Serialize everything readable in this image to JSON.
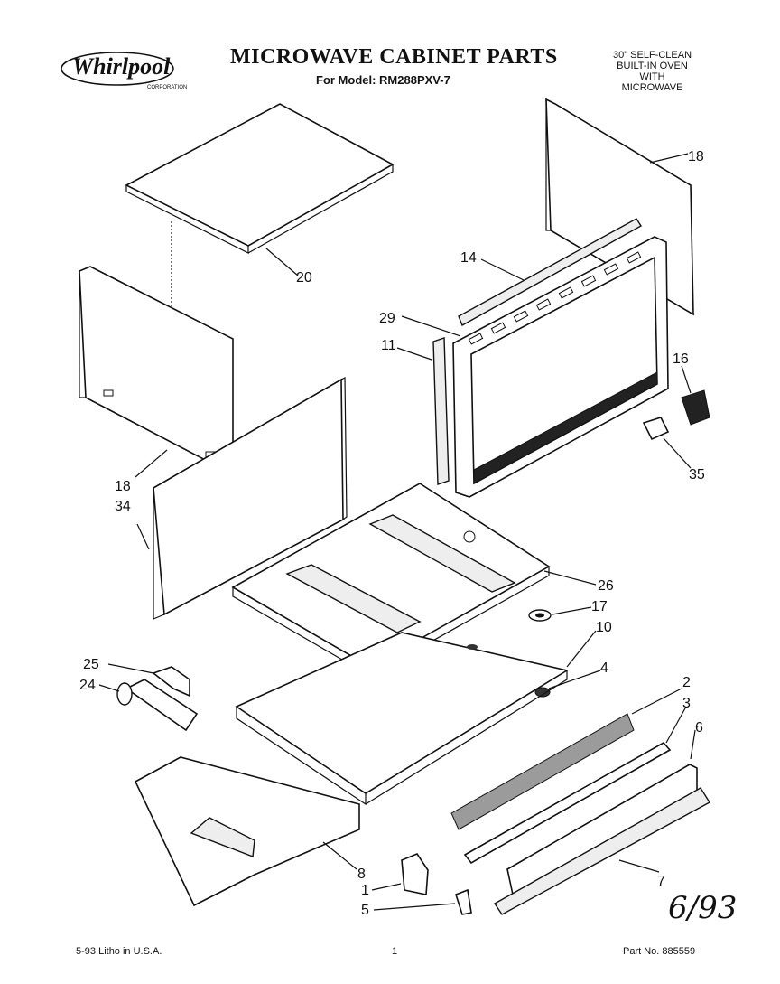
{
  "header": {
    "brand_logo_text": "Whirlpool",
    "brand_sub": "CORPORATION",
    "title": "MICROWAVE CABINET PARTS",
    "model_line": "For Model: RM288PXV-7",
    "product_desc": [
      "30\" SELF-CLEAN",
      "BUILT-IN OVEN",
      "WITH",
      "MICROWAVE"
    ]
  },
  "callouts": {
    "c1": "1",
    "c2": "2",
    "c3": "3",
    "c4": "4",
    "c5": "5",
    "c6": "6",
    "c7": "7",
    "c8": "8",
    "c10": "10",
    "c11": "11",
    "c14": "14",
    "c16": "16",
    "c17": "17",
    "c18a": "18",
    "c18b": "18",
    "c20": "20",
    "c24": "24",
    "c25": "25",
    "c26": "26",
    "c29": "29",
    "c34": "34",
    "c35": "35"
  },
  "footer": {
    "print_info": "5-93  Litho in U.S.A.",
    "page_number": "1",
    "part_no": "Part No. 885559"
  },
  "handwritten_date": "6/93"
}
